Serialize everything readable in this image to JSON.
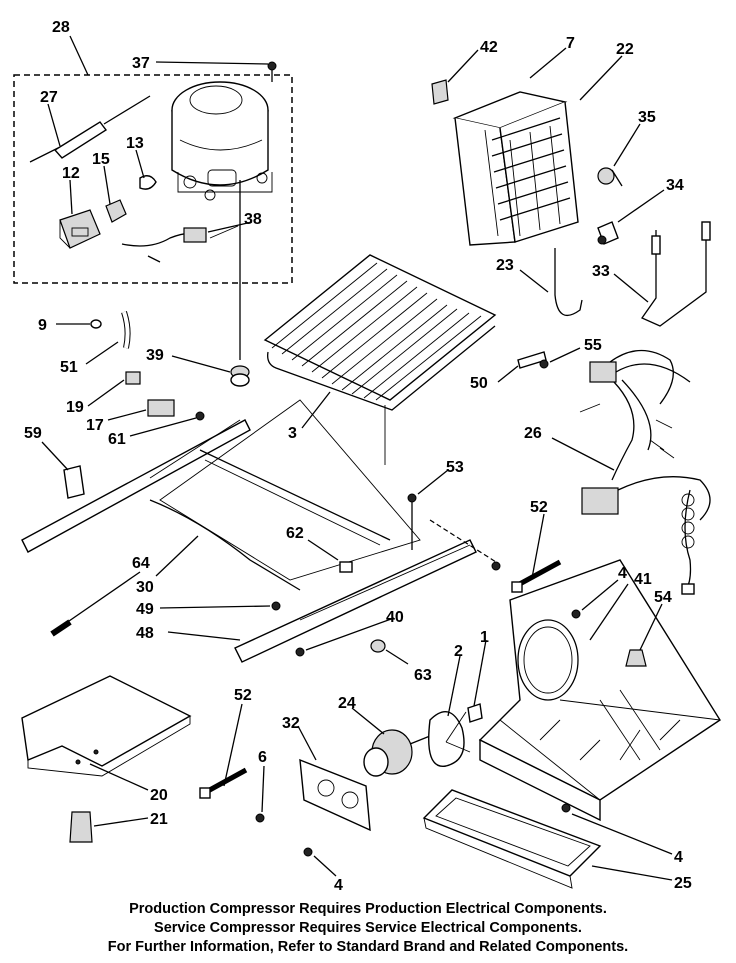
{
  "callouts": {
    "c28": "28",
    "c37": "37",
    "c27": "27",
    "c42": "42",
    "c7": "7",
    "c22": "22",
    "c15": "15",
    "c13": "13",
    "c12": "12",
    "c35": "35",
    "c34": "34",
    "c38": "38",
    "c23": "23",
    "c33": "33",
    "c9": "9",
    "c51": "51",
    "c39": "39",
    "c55": "55",
    "c50": "50",
    "c19": "19",
    "c17": "17",
    "c61": "61",
    "c3": "3",
    "c59": "59",
    "c26": "26",
    "c53": "53",
    "c52a": "52",
    "c62": "62",
    "c64": "64",
    "c30": "30",
    "c4a": "4",
    "c41": "41",
    "c54": "54",
    "c49": "49",
    "c40": "40",
    "c48": "48",
    "c1": "1",
    "c2": "2",
    "c63": "63",
    "c52b": "52",
    "c32": "32",
    "c24": "24",
    "c6": "6",
    "c20": "20",
    "c21": "21",
    "c4b": "4",
    "c4c": "4",
    "c25": "25"
  },
  "footer": {
    "line1": "Production Compressor Requires Production Electrical Components.",
    "line2": "Service Compressor Requires Service Electrical Components.",
    "line3": "For Further Information, Refer to Standard Brand and Related Components."
  }
}
